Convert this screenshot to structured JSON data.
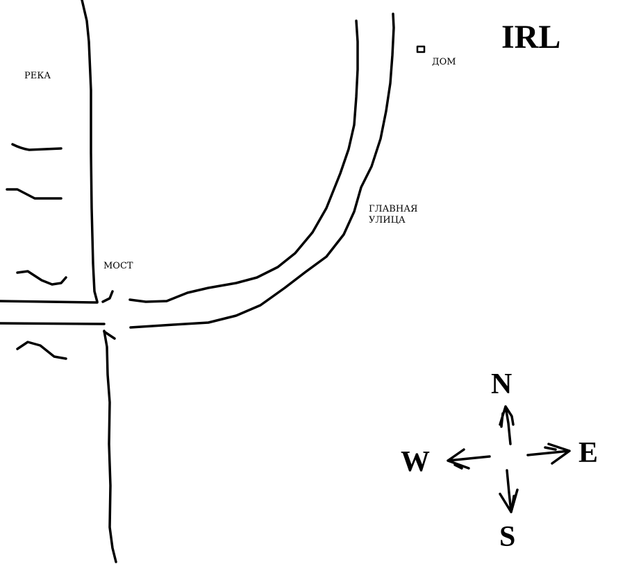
{
  "title": "IRL",
  "labels": {
    "river": "РЕКА",
    "bridge": "МОСТ",
    "main_street_line1": "ГЛАВНАЯ",
    "main_street_line2": "УЛИЦА",
    "house": "ДОМ"
  },
  "compass": {
    "north": "N",
    "east": "E",
    "south": "S",
    "west": "W"
  },
  "colors": {
    "ink": "#000000",
    "background": "#ffffff"
  }
}
